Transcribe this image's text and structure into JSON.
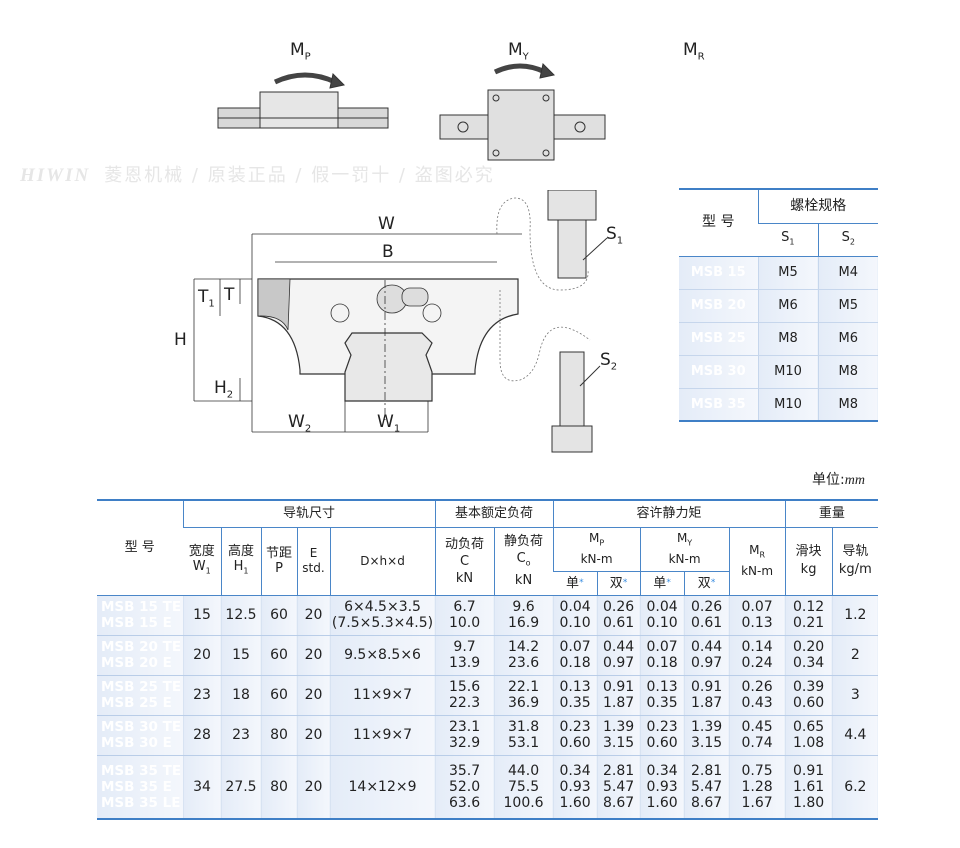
{
  "watermark": {
    "brand": "HIWIN",
    "text": "菱恩机械 / 原装正品 / 假一罚十 / 盗图必究"
  },
  "moments": {
    "mp": "M",
    "mp_sub": "P",
    "my": "M",
    "my_sub": "Y",
    "mr": "M",
    "mr_sub": "R"
  },
  "drawing": {
    "W": "W",
    "B": "B",
    "T1": "T",
    "T1_sub": "1",
    "T": "T",
    "H": "H",
    "H2": "H",
    "H2_sub": "2",
    "W2": "W",
    "W2_sub": "2",
    "W1": "W",
    "W1_sub": "1",
    "S1": "S",
    "S1_sub": "1",
    "S2": "S",
    "S2_sub": "2"
  },
  "bolt_table": {
    "model_header": "型 号",
    "group_header": "螺栓规格",
    "s1": "S",
    "s1_sub": "1",
    "s2": "S",
    "s2_sub": "2",
    "rows": [
      {
        "model": "MSB 15",
        "s1": "M5",
        "s2": "M4",
        "color": "blue"
      },
      {
        "model": "MSB 20",
        "s1": "M6",
        "s2": "M5",
        "color": "gray"
      },
      {
        "model": "MSB 25",
        "s1": "M8",
        "s2": "M6",
        "color": "blue"
      },
      {
        "model": "MSB 30",
        "s1": "M10",
        "s2": "M8",
        "color": "gray"
      },
      {
        "model": "MSB 35",
        "s1": "M10",
        "s2": "M8",
        "color": "blue"
      }
    ]
  },
  "unit": {
    "label": "单位:",
    "value": "mm"
  },
  "main_table": {
    "headers": {
      "model": "型 号",
      "rail_dims": "导轨尺寸",
      "basic_load": "基本额定负荷",
      "static_moment": "容许静力矩",
      "weight": "重量",
      "w1": "宽度",
      "w1_sym": "W",
      "w1_sub": "1",
      "h1": "高度",
      "h1_sym": "H",
      "h1_sub": "1",
      "p": "节距",
      "p_sym": "P",
      "e": "E",
      "e_sub": "std.",
      "dhd": "D×h×d",
      "c": "动负荷",
      "c_sym": "C",
      "c_unit": "kN",
      "co": "静负荷",
      "co_sym": "C",
      "co_sub": "o",
      "co_unit": "kN",
      "mp": "M",
      "mp_sub": "P",
      "mp_unit": "kN-m",
      "my": "M",
      "my_sub": "Y",
      "my_unit": "kN-m",
      "mr": "M",
      "mr_sub": "R",
      "mr_unit": "kN-m",
      "single": "单",
      "double": "双",
      "star": "*",
      "block": "滑块",
      "block_unit": "kg",
      "rail": "导轨",
      "rail_unit": "kg/m"
    },
    "rows": [
      {
        "models": [
          "MSB 15 TE",
          "MSB 15 E"
        ],
        "color": "blue",
        "w1": "15",
        "h1": "12.5",
        "p": "60",
        "e": "20",
        "dhd": [
          "6×4.5×3.5",
          "(7.5×5.3×4.5)"
        ],
        "c": [
          "6.7",
          "10.0"
        ],
        "co": [
          "9.6",
          "16.9"
        ],
        "mp1": [
          "0.04",
          "0.10"
        ],
        "mp2": [
          "0.26",
          "0.61"
        ],
        "my1": [
          "0.04",
          "0.10"
        ],
        "my2": [
          "0.26",
          "0.61"
        ],
        "mr": [
          "0.07",
          "0.13"
        ],
        "block": [
          "0.12",
          "0.21"
        ],
        "rail": "1.2"
      },
      {
        "models": [
          "MSB 20 TE",
          "MSB 20 E"
        ],
        "color": "gray",
        "w1": "20",
        "h1": "15",
        "p": "60",
        "e": "20",
        "dhd": [
          "9.5×8.5×6"
        ],
        "c": [
          "9.7",
          "13.9"
        ],
        "co": [
          "14.2",
          "23.6"
        ],
        "mp1": [
          "0.07",
          "0.18"
        ],
        "mp2": [
          "0.44",
          "0.97"
        ],
        "my1": [
          "0.07",
          "0.18"
        ],
        "my2": [
          "0.44",
          "0.97"
        ],
        "mr": [
          "0.14",
          "0.24"
        ],
        "block": [
          "0.20",
          "0.34"
        ],
        "rail": "2"
      },
      {
        "models": [
          "MSB 25 TE",
          "MSB 25 E"
        ],
        "color": "blue",
        "w1": "23",
        "h1": "18",
        "p": "60",
        "e": "20",
        "dhd": [
          "11×9×7"
        ],
        "c": [
          "15.6",
          "22.3"
        ],
        "co": [
          "22.1",
          "36.9"
        ],
        "mp1": [
          "0.13",
          "0.35"
        ],
        "mp2": [
          "0.91",
          "1.87"
        ],
        "my1": [
          "0.13",
          "0.35"
        ],
        "my2": [
          "0.91",
          "1.87"
        ],
        "mr": [
          "0.26",
          "0.43"
        ],
        "block": [
          "0.39",
          "0.60"
        ],
        "rail": "3"
      },
      {
        "models": [
          "MSB 30 TE",
          "MSB 30 E"
        ],
        "color": "gray",
        "w1": "28",
        "h1": "23",
        "p": "80",
        "e": "20",
        "dhd": [
          "11×9×7"
        ],
        "c": [
          "23.1",
          "32.9"
        ],
        "co": [
          "31.8",
          "53.1"
        ],
        "mp1": [
          "0.23",
          "0.60"
        ],
        "mp2": [
          "1.39",
          "3.15"
        ],
        "my1": [
          "0.23",
          "0.60"
        ],
        "my2": [
          "1.39",
          "3.15"
        ],
        "mr": [
          "0.45",
          "0.74"
        ],
        "block": [
          "0.65",
          "1.08"
        ],
        "rail": "4.4"
      },
      {
        "models": [
          "MSB 35 TE",
          "MSB 35 E",
          "MSB 35 LE"
        ],
        "color": "blue",
        "w1": "34",
        "h1": "27.5",
        "p": "80",
        "e": "20",
        "dhd": [
          "14×12×9"
        ],
        "c": [
          "35.7",
          "52.0",
          "63.6"
        ],
        "co": [
          "44.0",
          "75.5",
          "100.6"
        ],
        "mp1": [
          "0.34",
          "0.93",
          "1.60"
        ],
        "mp2": [
          "2.81",
          "5.47",
          "8.67"
        ],
        "my1": [
          "0.34",
          "0.93",
          "1.60"
        ],
        "my2": [
          "2.81",
          "5.47",
          "8.67"
        ],
        "mr": [
          "0.75",
          "1.28",
          "1.67"
        ],
        "block": [
          "0.91",
          "1.61",
          "1.80"
        ],
        "rail": "6.2"
      }
    ]
  }
}
